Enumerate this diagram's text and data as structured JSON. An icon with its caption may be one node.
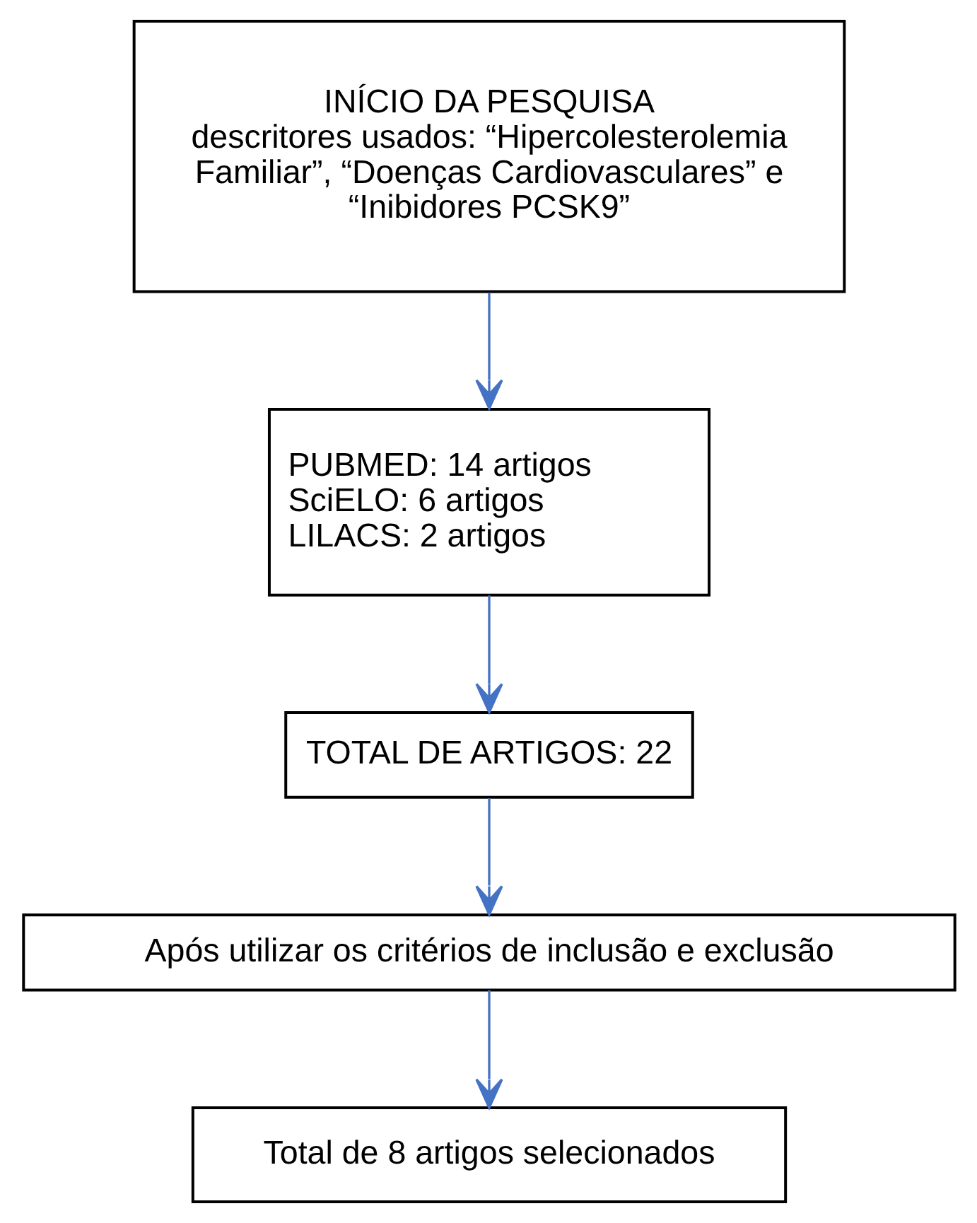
{
  "diagram": {
    "nodes": [
      {
        "text": [
          "INÍCIO DA PESQUISA",
          "descritores usados: “Hipercolesterolemia Familiar”, “Doenças Cardiovasculares” e “Inibidores PCSK9”"
        ]
      },
      {
        "text": [
          "PUBMED: 14 artigos",
          "SciELO: 6 artigos",
          "LILACS: 2 artigos"
        ]
      },
      {
        "text": [
          "TOTAL DE ARTIGOS: 22"
        ]
      },
      {
        "text": [
          "Após utilizar os critérios de inclusão e exclusão"
        ]
      },
      {
        "text": [
          "Total de 8 artigos selecionados"
        ]
      }
    ],
    "edges": [
      {
        "from": 0,
        "to": 1,
        "arrow": "to"
      },
      {
        "from": 1,
        "to": 2,
        "arrow": "to"
      },
      {
        "from": 2,
        "to": 3,
        "arrow": "to"
      },
      {
        "from": 3,
        "to": 4,
        "arrow": "to"
      }
    ]
  }
}
